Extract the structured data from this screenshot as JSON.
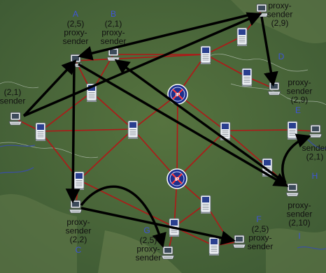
{
  "network": {
    "labels": [
      {
        "id": "A",
        "letter": "A",
        "lines": [
          "(2,5)",
          "proxy-",
          "sender"
        ]
      },
      {
        "id": "B",
        "letter": "B",
        "lines": [
          "(2,1)",
          "proxy-",
          "sender"
        ]
      },
      {
        "id": "D",
        "letter": "D",
        "lines": [
          "proxy-",
          "sender",
          "(2,9)"
        ]
      },
      {
        "id": "E",
        "letter": "E",
        "lines": [
          "proxy-",
          "sender",
          "(2,9)"
        ]
      },
      {
        "id": "S",
        "letter": "",
        "lines": [
          "(2,1)",
          "sender"
        ]
      },
      {
        "id": "C",
        "letter": "C",
        "lines": [
          "proxy-",
          "sender",
          "(2,2)"
        ]
      },
      {
        "id": "G",
        "letter": "G",
        "lines": [
          "(2,5)",
          "proxy-",
          "sender"
        ]
      },
      {
        "id": "F",
        "letter": "F",
        "lines": [
          "(2,5)",
          "proxy-",
          "sender"
        ]
      },
      {
        "id": "H",
        "letter": "H",
        "lines": [
          "sender",
          "(2,1)"
        ]
      },
      {
        "id": "I",
        "letter": "I",
        "lines": [
          "proxy-",
          "sender",
          "(2,10)"
        ]
      }
    ]
  },
  "colors": {
    "map_background": "#4d6b3e",
    "link": "#b01818",
    "arrow": "#000000",
    "letter": "#3f55d8",
    "router": "#1d2f8c"
  }
}
